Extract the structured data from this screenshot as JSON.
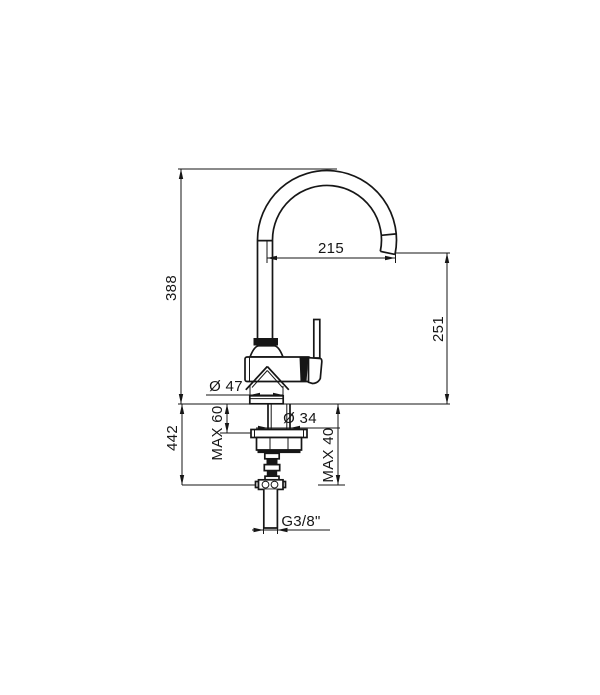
{
  "page": {
    "background": "#ffffff",
    "line_color": "#161616"
  },
  "drawing": {
    "labels": {
      "spout_reach": "215",
      "spout_outlet_height": "251",
      "height_above_deck": "388",
      "overall_height": "442",
      "base_diameter": "Ø 47",
      "shank_diameter": "Ø 34",
      "max_thickness_left": "MAX 60",
      "max_thickness_right": "MAX 40",
      "hose_thread": "G3/8\""
    }
  }
}
